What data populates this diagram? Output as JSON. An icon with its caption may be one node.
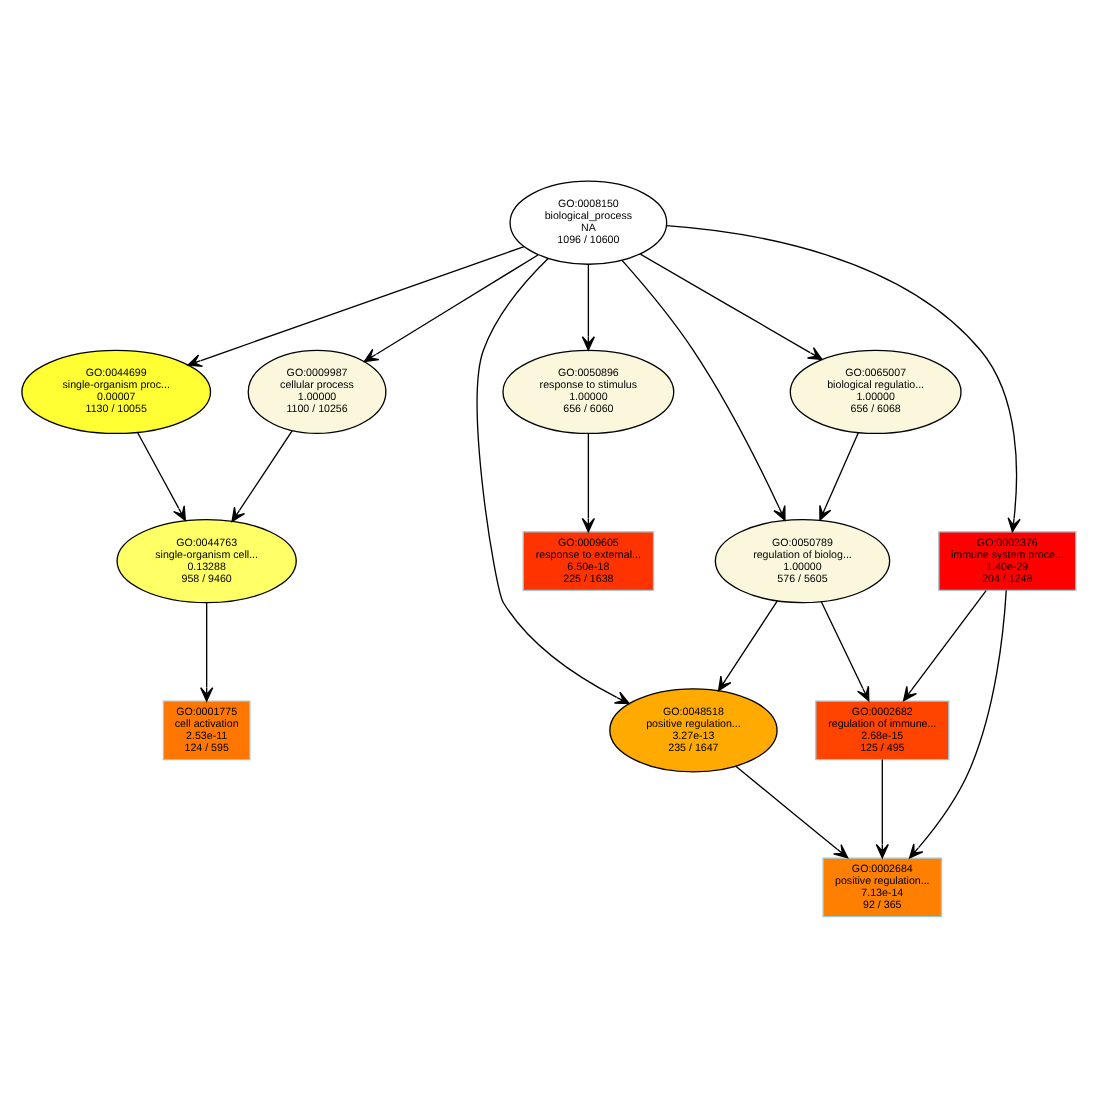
{
  "diagram": {
    "nodes": [
      {
        "text": [
          "GO:0008150",
          "biological_process",
          "NA",
          "1096 / 10600"
        ]
      },
      {
        "text": [
          "GO:0009987",
          "cellular process",
          "1.00000",
          "1100 / 10256"
        ]
      },
      {
        "text": [
          "GO:0044699",
          "single-organism proc...",
          "0.00007",
          "1130 / 10055"
        ]
      },
      {
        "text": [
          "GO:0065007",
          "biological regulatio...",
          "1.00000",
          "656 / 6068"
        ]
      },
      {
        "text": [
          "GO:0050896",
          "response to stimulus",
          "1.00000",
          "656 / 6060"
        ]
      },
      {
        "text": [
          "GO:0044763",
          "single-organism cell...",
          "0.13288",
          "958 / 9460"
        ]
      },
      {
        "text": [
          "GO:0002376",
          "immune system proce...",
          "1.40e-29",
          "204 / 1248"
        ]
      },
      {
        "text": [
          "GO:0050789",
          "regulation of biolog...",
          "1.00000",
          "576 / 5605"
        ]
      },
      {
        "text": [
          "GO:0009605",
          "response to external...",
          "6.50e-18",
          "225 / 1638"
        ]
      },
      {
        "text": [
          "GO:0001775",
          "cell activation",
          "2.53e-11",
          "124 / 595"
        ]
      },
      {
        "text": [
          "GO:0002682",
          "regulation of immune...",
          "2.68e-15",
          "125 / 495"
        ]
      },
      {
        "text": [
          "GO:0048518",
          "positive regulation...",
          "3.27e-13",
          "235 / 1647"
        ]
      },
      {
        "text": [
          "GO:0002684",
          "positive regulation...",
          "7.13e-14",
          "92 / 365"
        ]
      }
    ],
    "edges": [
      {
        "from": 0,
        "to": 1,
        "arrow": "to"
      },
      {
        "from": 0,
        "to": 2,
        "arrow": "to"
      },
      {
        "from": 0,
        "to": 6,
        "arrow": "to"
      },
      {
        "from": 0,
        "to": 3,
        "arrow": "to"
      },
      {
        "from": 0,
        "to": 7,
        "arrow": "to"
      },
      {
        "from": 0,
        "to": 11,
        "arrow": "to"
      },
      {
        "from": 0,
        "to": 4,
        "arrow": "to"
      },
      {
        "from": 1,
        "to": 5,
        "arrow": "to"
      },
      {
        "from": 2,
        "to": 5,
        "arrow": "to"
      },
      {
        "from": 3,
        "to": 7,
        "arrow": "to"
      },
      {
        "from": 4,
        "to": 8,
        "arrow": "to"
      },
      {
        "from": 5,
        "to": 9,
        "arrow": "to"
      },
      {
        "from": 6,
        "to": 10,
        "arrow": "to"
      },
      {
        "from": 6,
        "to": 12,
        "arrow": "to"
      },
      {
        "from": 7,
        "to": 10,
        "arrow": "to"
      },
      {
        "from": 7,
        "to": 11,
        "arrow": "to"
      },
      {
        "from": 10,
        "to": 12,
        "arrow": "to"
      },
      {
        "from": 11,
        "to": 12,
        "arrow": "to"
      }
    ]
  }
}
